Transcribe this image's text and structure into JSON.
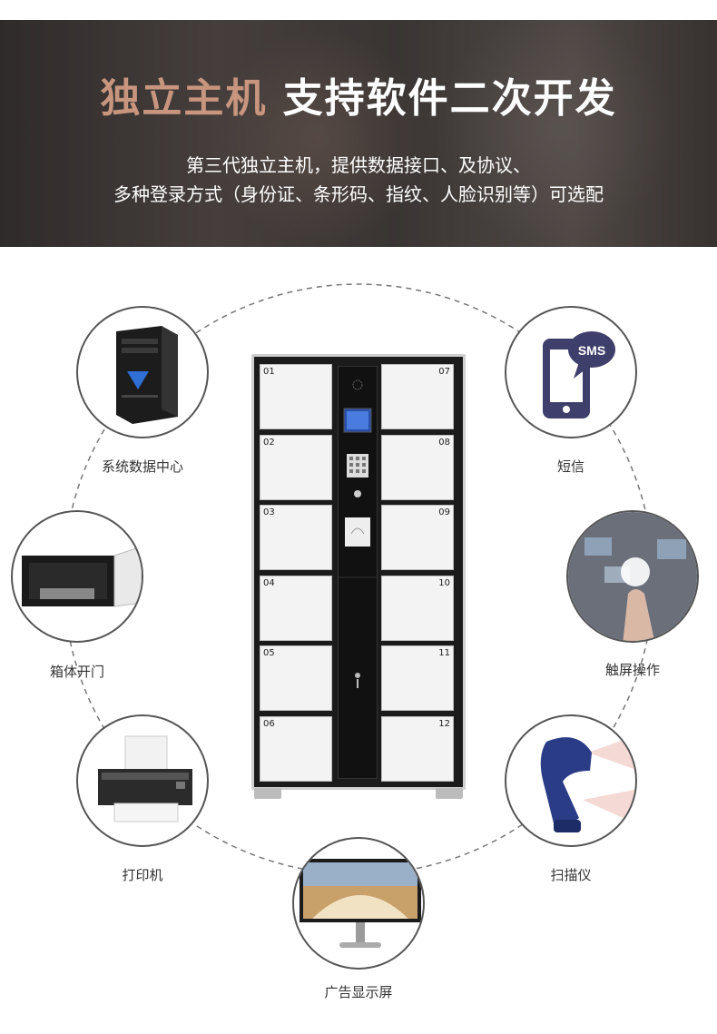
{
  "banner": {
    "headline_accent": "独立主机",
    "headline_rest": "支持软件二次开发",
    "subline_1": "第三代独立主机，提供数据接口、及协议、",
    "subline_2": "多种登录方式（身份证、条形码、指纹、人脸识别等）可选配"
  },
  "features": [
    {
      "label": "系统数据中心",
      "icon": "server-tower-icon"
    },
    {
      "label": "短信",
      "icon": "sms-phone-icon"
    },
    {
      "label": "箱体开门",
      "icon": "open-box-icon"
    },
    {
      "label": "触屏操作",
      "icon": "touch-screen-icon"
    },
    {
      "label": "打印机",
      "icon": "printer-icon"
    },
    {
      "label": "扫描仪",
      "icon": "scanner-icon"
    },
    {
      "label": "广告显示屏",
      "icon": "monitor-icon"
    }
  ],
  "locker": {
    "left_doors": [
      "01",
      "02",
      "03",
      "04",
      "05",
      "06"
    ],
    "right_doors": [
      "07",
      "08",
      "09",
      "10",
      "11",
      "12"
    ]
  },
  "colors": {
    "accent": "#c8957e",
    "ring": "#777777"
  }
}
